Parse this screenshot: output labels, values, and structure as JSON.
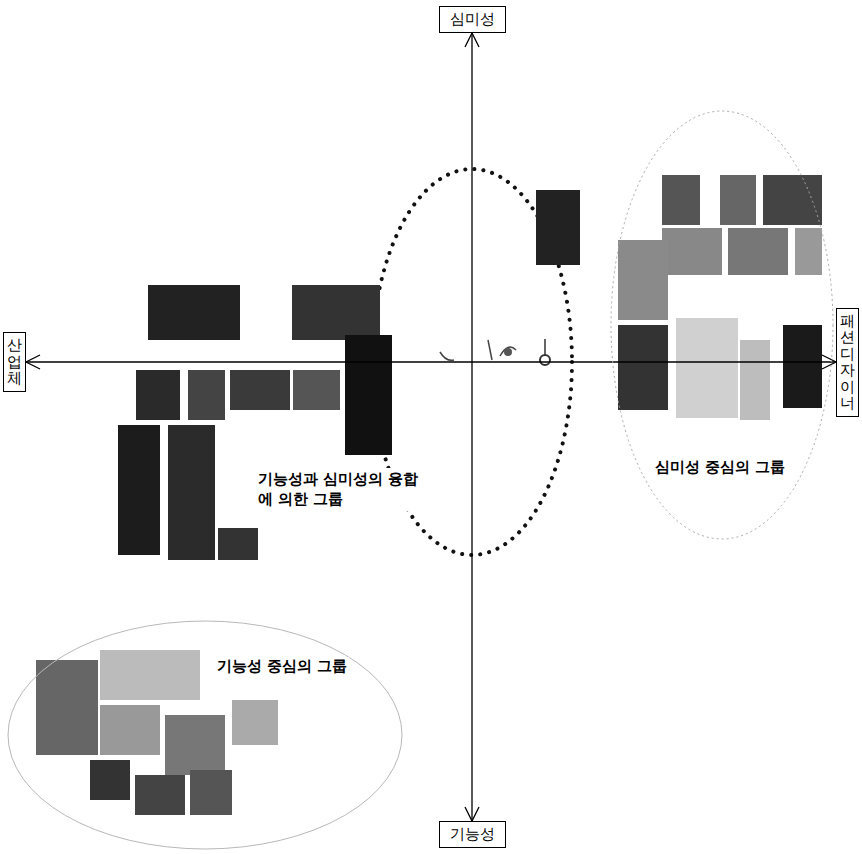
{
  "diagram": {
    "nodes": [
      {
        "text": [
          "심미성"
        ]
      },
      {
        "text": [
          "산업체"
        ]
      },
      {
        "text": [
          "패션디자이너"
        ]
      },
      {
        "text": [
          "심미성 중심의 그룹"
        ]
      },
      {
        "text": [
          "기능성 중심의 그룹"
        ]
      },
      {
        "text": [
          "기능성"
        ]
      }
    ],
    "edges": [
      {
        "from": 0,
        "to": 5,
        "arrow": "both"
      },
      {
        "from": 1,
        "to": 2,
        "arrow": "both"
      }
    ],
    "labels": [
      "기능성과 심미성의 융합에 의한 그룹"
    ]
  }
}
